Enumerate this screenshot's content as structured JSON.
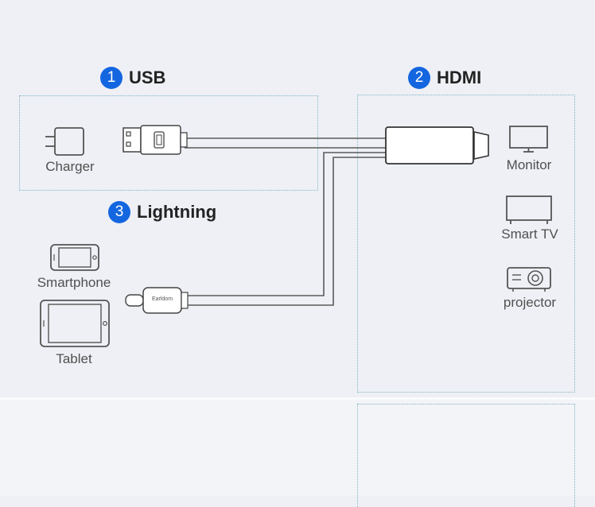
{
  "sections": {
    "usb": {
      "number": "1",
      "label": "USB"
    },
    "hdmi": {
      "number": "2",
      "label": "HDMI"
    },
    "lightning": {
      "number": "3",
      "label": "Lightning"
    }
  },
  "usb_devices": {
    "charger": "Charger"
  },
  "lightning_devices": {
    "smartphone": "Smartphone",
    "tablet": "Tablet"
  },
  "hdmi_devices": {
    "monitor": "Monitor",
    "smart_tv": "Smart TV",
    "projector": "projector"
  },
  "cable": {
    "brand_text": "Earldom"
  },
  "colors": {
    "badge": "#1466e0",
    "dotted_border": "#7fb3c7",
    "icon_stroke": "#555555",
    "cable": "#5a5a5a"
  }
}
